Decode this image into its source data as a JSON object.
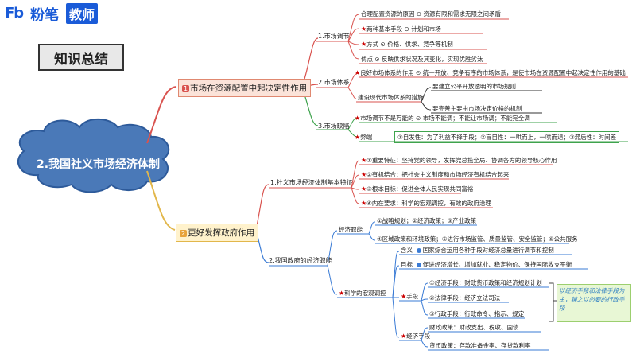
{
  "logo": {
    "icon_text": "Fb",
    "brand": "粉笔",
    "tag": "教师"
  },
  "summary_title": "知识总结",
  "root": "2.我国社义市场经济体制",
  "branch1": {
    "label": "市场在资源配置中起决定性作用",
    "sub1": {
      "label": "1.市场调节",
      "items": [
        "合理配置资源的原因 ⊙ 资源有限和需求无限之间矛盾",
        "两种基本手段 ⊙ 计划和市场",
        "方式 ⊙ 价格、供求、竞争等机制",
        "优点 ⊙ 反映供求状况及其变化，实现优胜劣汰"
      ]
    },
    "sub2": {
      "label": "2.市场体系",
      "item1": "良好市场体系的作用 ⊙ 统一开放、竞争有序的市场体系，是使市场在资源配置中起决定性作用的基础",
      "item2": "建设现代市场体系的措施",
      "item2_children": [
        "要建立公平开放透明的市场规则",
        "要完善主要由市场决定价格的机制"
      ]
    },
    "sub3": {
      "label": "3.市场缺陷",
      "item1": "市场调节不是万能的 ⊙ 市场不能调；不能让市场调；不能完全调",
      "item2_label": "弊端",
      "item2_text": "①自发性：为了利益不择手段；②盲目性：一哄而上，一哄而退；③滞后性：时间差"
    }
  },
  "branch2": {
    "label": "更好发挥政府作用",
    "sub1": {
      "label": "1.社义市场经济体制基本特征",
      "items": [
        "①重要特征：坚持党的领导，发挥党总揽全局、协调各方的领导核心作用",
        "②有机结合：把社会主义制度和市场经济有机结合起来",
        "③根本目标：促进全体人民实现共同富裕",
        "④内在要求：科学的宏观调控，有效的政府治理"
      ]
    },
    "sub2": {
      "label": "2.我国政府的经济职能",
      "econ": {
        "label": "经济职能",
        "line1": "①战略规划；②经济政策；③产业政策",
        "line2": "④区域政策和环境政策；⑤进行市场监管、质量监管、安全监管；⑥公共服务"
      },
      "macro": {
        "label": "科学的宏观调控",
        "meaning_label": "含义",
        "meaning": "国家综合运用各种手段对经济总量进行调节和控制",
        "goal_label": "目标",
        "goal": "促进经济增长、增加就业、稳定物价、保持国际收支平衡",
        "means_label": "手段",
        "means": [
          "①经济手段：财政货币政策和经济规划计划",
          "②法律手段：经济立法司法",
          "③行政手段：行政命令、指示、规定"
        ],
        "note": "以经济手段和法律手段为主，辅之以必要的行政手段",
        "econ_means_label": "经济手段",
        "econ_means": [
          "财政政策：财政支出、税收、国债",
          "货币政策：存款准备金率、存贷款利率"
        ]
      }
    }
  }
}
